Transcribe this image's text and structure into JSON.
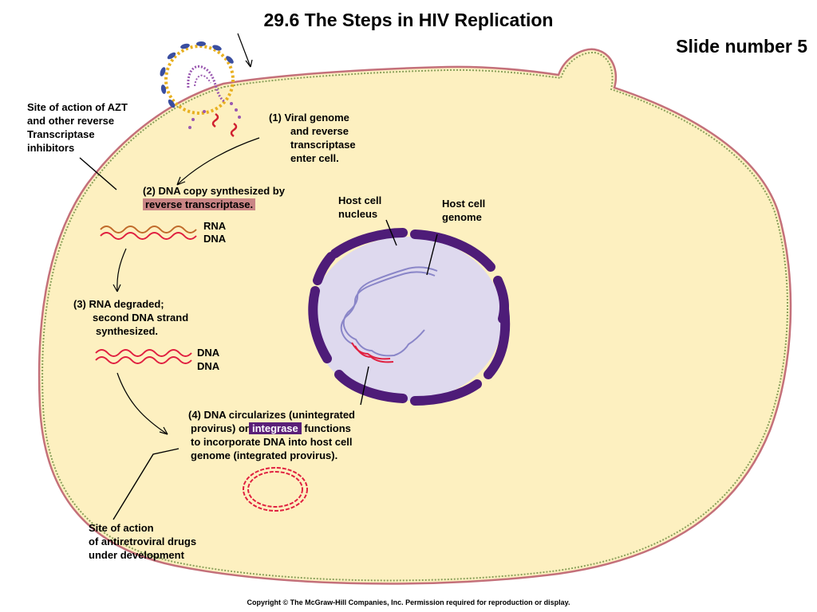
{
  "title": "29.6  The Steps in HIV Replication",
  "slide_number": "Slide number 5",
  "labels": {
    "azt_site": [
      "Site of action of AZT",
      "and other reverse",
      "Transcriptase",
      "inhibitors"
    ],
    "step1": [
      "(1)  Viral genome",
      "and reverse",
      "transcriptase",
      "enter cell."
    ],
    "step2_line1": "(2)  DNA copy synthesized by",
    "step2_highlight": "reverse transcriptase.",
    "rna": "RNA",
    "dna": "DNA",
    "step3": [
      "(3)  RNA degraded;",
      "second DNA strand",
      "synthesized."
    ],
    "dna1": "DNA",
    "dna2": "DNA",
    "nucleus": [
      "Host cell",
      "nucleus"
    ],
    "genome": [
      "Host cell",
      "genome"
    ],
    "step4_line1": "(4)  DNA circularizes (unintegrated",
    "step4_pre": "provirus) or",
    "step4_highlight": "integrase",
    "step4_post": " functions",
    "step4_line3": "to incorporate DNA into host cell",
    "step4_line4": "genome (integrated provirus).",
    "arv_site": [
      "Site of action",
      "of antiretroviral drugs",
      "under development"
    ]
  },
  "copyright": "Copyright © The McGraw-Hill Companies, Inc. Permission required for reproduction or display.",
  "colors": {
    "cytoplasm": "#fdf0c0",
    "membrane_outer": "#c4707a",
    "membrane_inner": "#8aa05a",
    "nucleus_fill": "#ded9ee",
    "nuclear_envelope": "#4e1c78",
    "host_dna": "#8a86c8",
    "viral_dna": "#e02040",
    "rna": "#c06a2a",
    "rt_highlight": "#c98585",
    "integrase_highlight": "#5a1f78"
  }
}
